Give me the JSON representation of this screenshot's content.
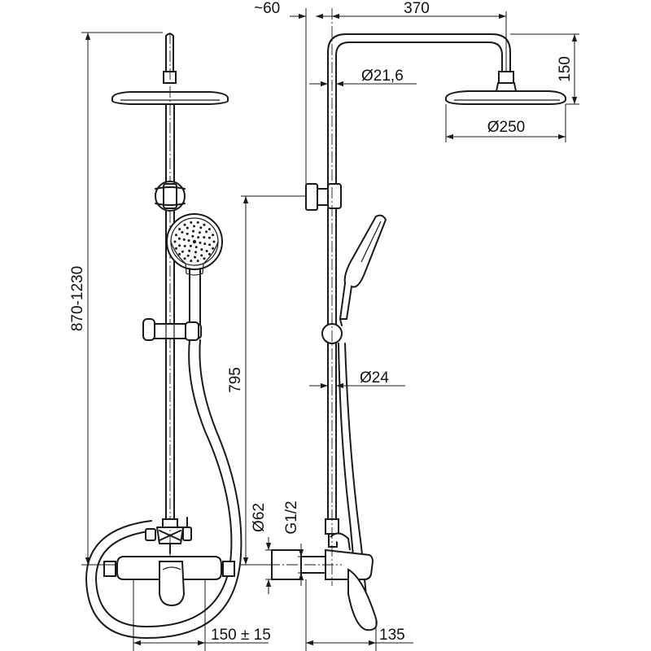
{
  "diagram": {
    "dimensions": {
      "height_range": "870-1230",
      "bar_height": "795",
      "top_offset": "~60",
      "arm_length": "370",
      "arm_height": "150",
      "pipe_diameter": "Ø21,6",
      "head_diameter": "Ø250",
      "bar_diameter": "Ø24",
      "mixer_diameter": "Ø62",
      "thread": "G1/2",
      "spacing": "150 ± 15",
      "depth": "135"
    }
  }
}
